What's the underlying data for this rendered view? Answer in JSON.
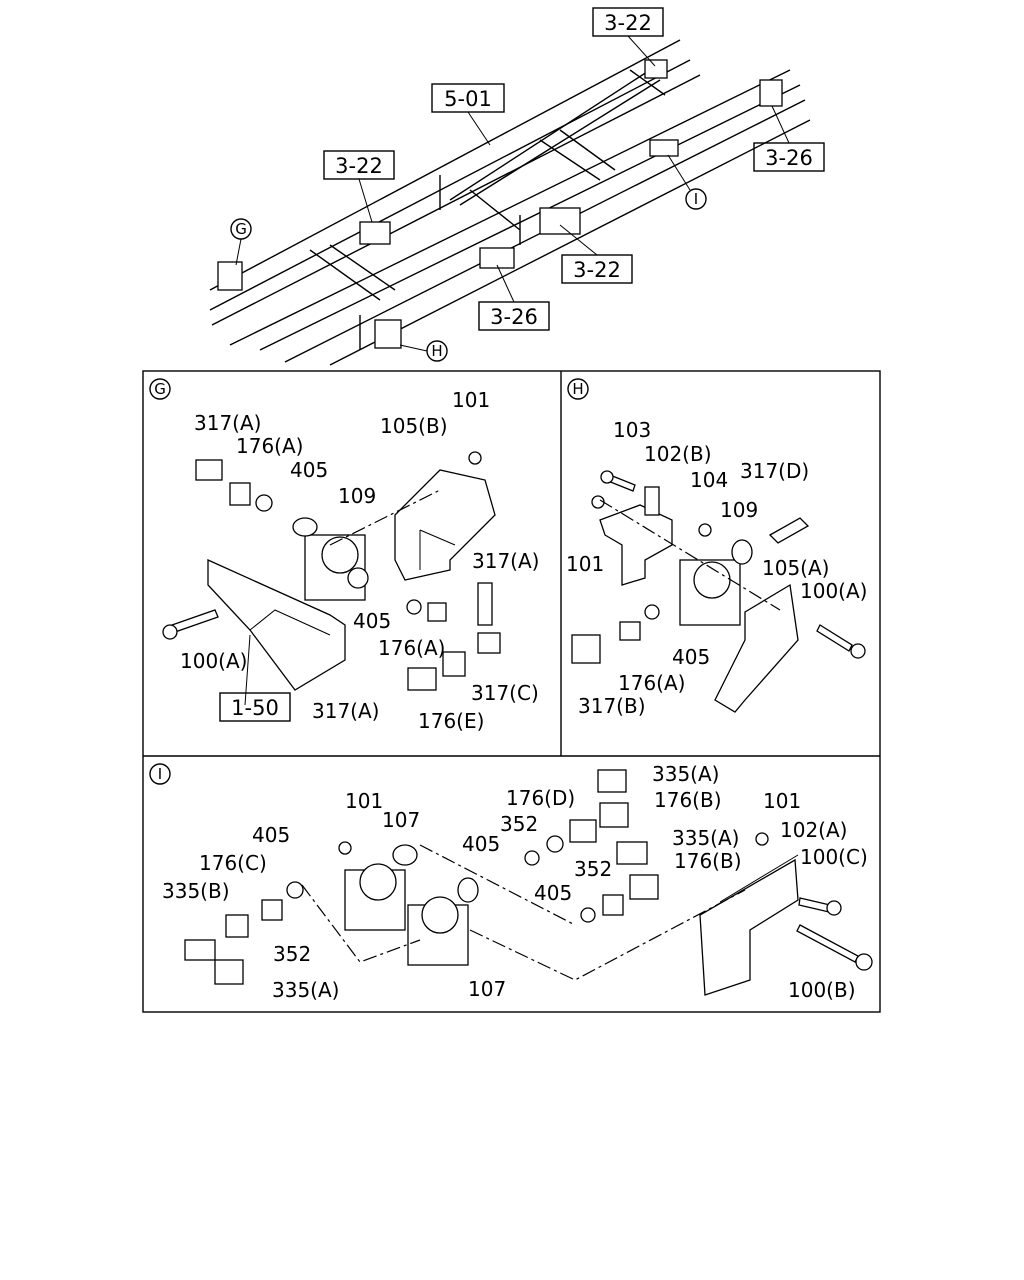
{
  "overview": {
    "refs": [
      "3-22",
      "5-01",
      "3-22",
      "3-26",
      "3-22",
      "3-26"
    ],
    "views": [
      "G",
      "H",
      "I"
    ]
  },
  "panel_g": {
    "tag": "G",
    "labels": [
      "317(A)",
      "176(A)",
      "405",
      "109",
      "105(B)",
      "101",
      "317(A)",
      "405",
      "176(A)",
      "317(C)",
      "100(A)",
      "317(A)",
      "176(E)"
    ],
    "ref": "1-50"
  },
  "panel_h": {
    "tag": "H",
    "labels": [
      "103",
      "102(B)",
      "104",
      "317(D)",
      "109",
      "101",
      "105(A)",
      "100(A)",
      "405",
      "176(A)",
      "317(B)"
    ]
  },
  "panel_i": {
    "tag": "I",
    "labels": [
      "335(A)",
      "176(D)",
      "176(B)",
      "101",
      "352",
      "335(A)",
      "101",
      "102(A)",
      "405",
      "107",
      "405",
      "176(B)",
      "100(C)",
      "176(C)",
      "352",
      "405",
      "335(B)",
      "352",
      "107",
      "335(A)",
      "100(B)"
    ]
  }
}
